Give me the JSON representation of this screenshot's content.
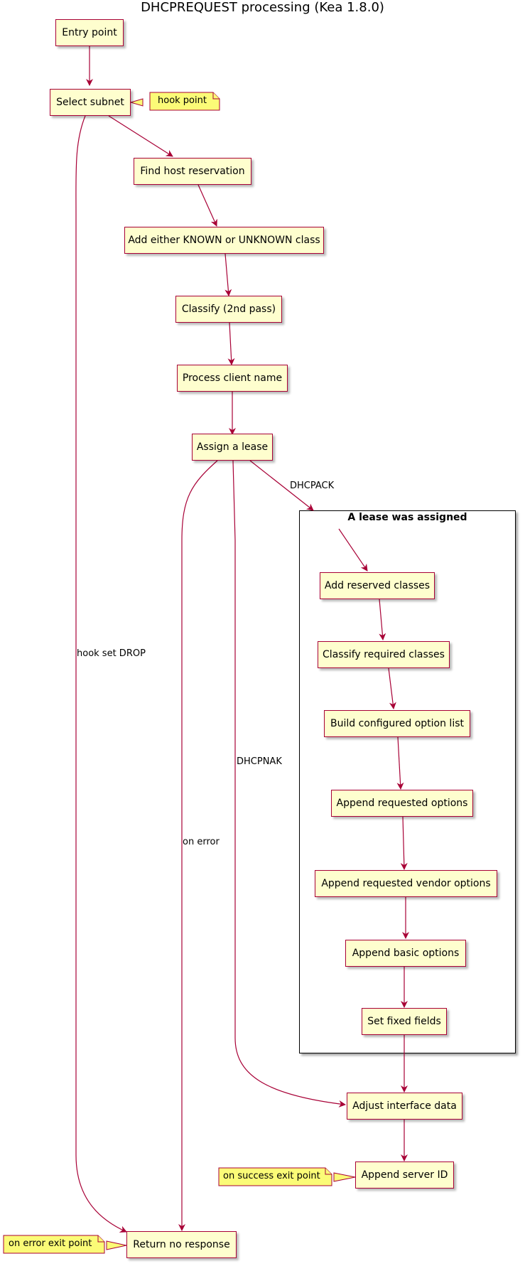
{
  "title": "DHCPREQUEST processing (Kea 1.8.0)",
  "colors": {
    "node_fill": "#FEFECE",
    "node_border": "#A80036",
    "arrow": "#A80036",
    "note_fill": "#FBFB77"
  },
  "nodes": {
    "entry_point": "Entry point",
    "select_subnet": "Select subnet",
    "find_host_reservation": "Find host reservation",
    "add_known_unknown": "Add either KNOWN or UNKNOWN class",
    "classify_2nd_pass": "Classify (2nd pass)",
    "process_client_name": "Process client name",
    "assign_lease": "Assign a lease",
    "add_reserved_classes": "Add reserved classes",
    "classify_required_classes": "Classify required classes",
    "build_option_list": "Build configured option list",
    "append_requested_options": "Append requested options",
    "append_vendor_options": "Append requested vendor options",
    "append_basic_options": "Append basic options",
    "set_fixed_fields": "Set fixed fields",
    "adjust_interface_data": "Adjust interface data",
    "append_server_id": "Append server ID",
    "return_no_response": "Return no response"
  },
  "notes": {
    "hook_point": "hook point",
    "on_success_exit": "on success exit point",
    "on_error_exit": "on error exit point"
  },
  "edge_labels": {
    "hook_set_drop": "hook set DROP",
    "dhcpack": "DHCPACK",
    "dhcpnak": "DHCPNAK",
    "on_error": "on error"
  },
  "group": {
    "title": "A lease was assigned"
  }
}
